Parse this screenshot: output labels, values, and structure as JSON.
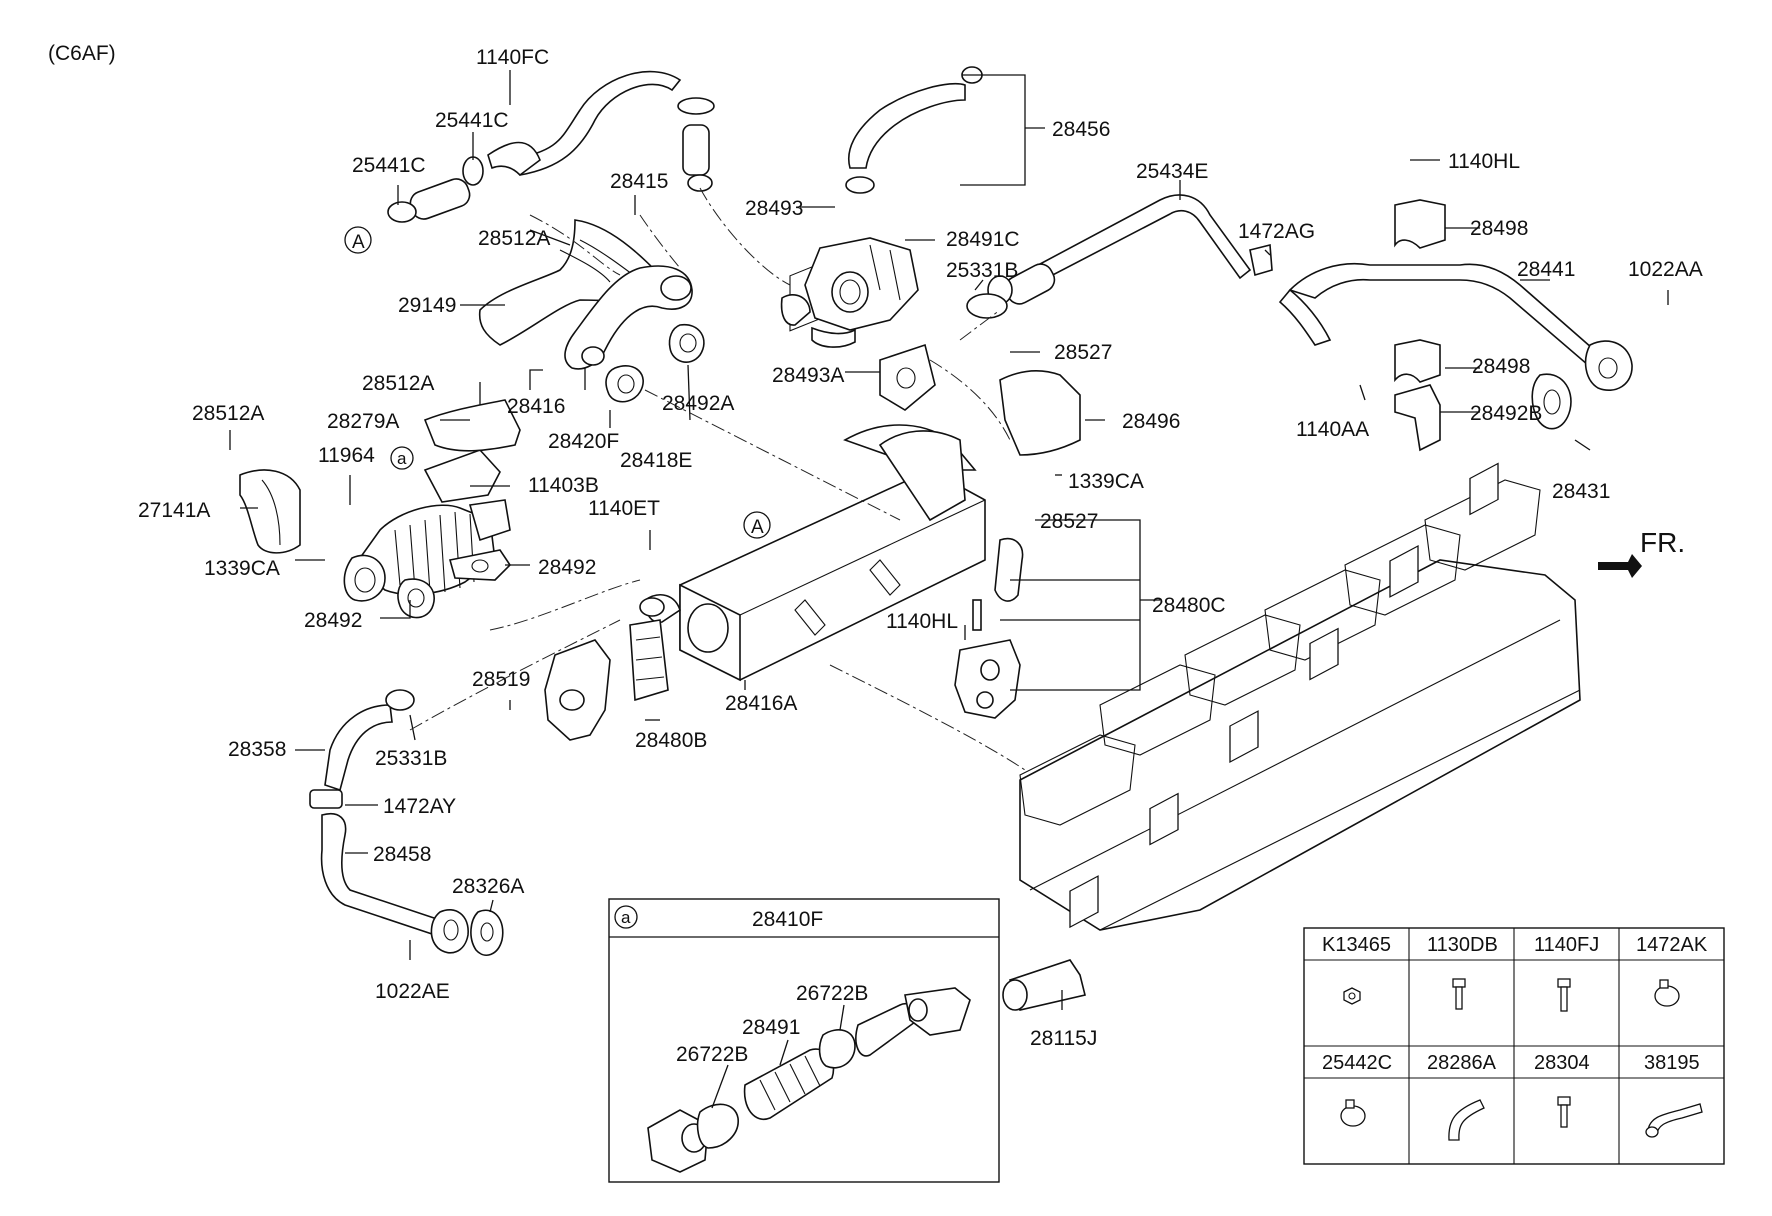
{
  "model_code": "(C6AF)",
  "front_label": "FR.",
  "callout_A": "A",
  "inset": {
    "marker": "a",
    "title": "28410F"
  },
  "part_labels": [
    "1140FC",
    "25441C",
    "25441C",
    "28415",
    "28512A",
    "29149",
    "28512A",
    "28416",
    "28420F",
    "28418E",
    "28492A",
    "28279A",
    "28512A",
    "11964",
    "11403B",
    "27141A",
    "1339CA",
    "28492",
    "28492",
    "1140ET",
    "28456",
    "28493",
    "28491C",
    "25331B",
    "28493A",
    "28527",
    "28496",
    "1339CA",
    "28527",
    "28480C",
    "1140HL",
    "28416A",
    "28480B",
    "28519",
    "28358",
    "25331B",
    "1472AY",
    "28458",
    "28326A",
    "1022AE",
    "25434E",
    "1472AG",
    "1140HL",
    "28498",
    "28441",
    "1022AA",
    "28498",
    "1140AA",
    "28492B",
    "28431",
    "26722B",
    "28491",
    "26722B",
    "28115J"
  ],
  "legend": {
    "row1": [
      "K13465",
      "1130DB",
      "1140FJ",
      "1472AK"
    ],
    "row2": [
      "25442C",
      "28286A",
      "28304",
      "38195"
    ]
  }
}
